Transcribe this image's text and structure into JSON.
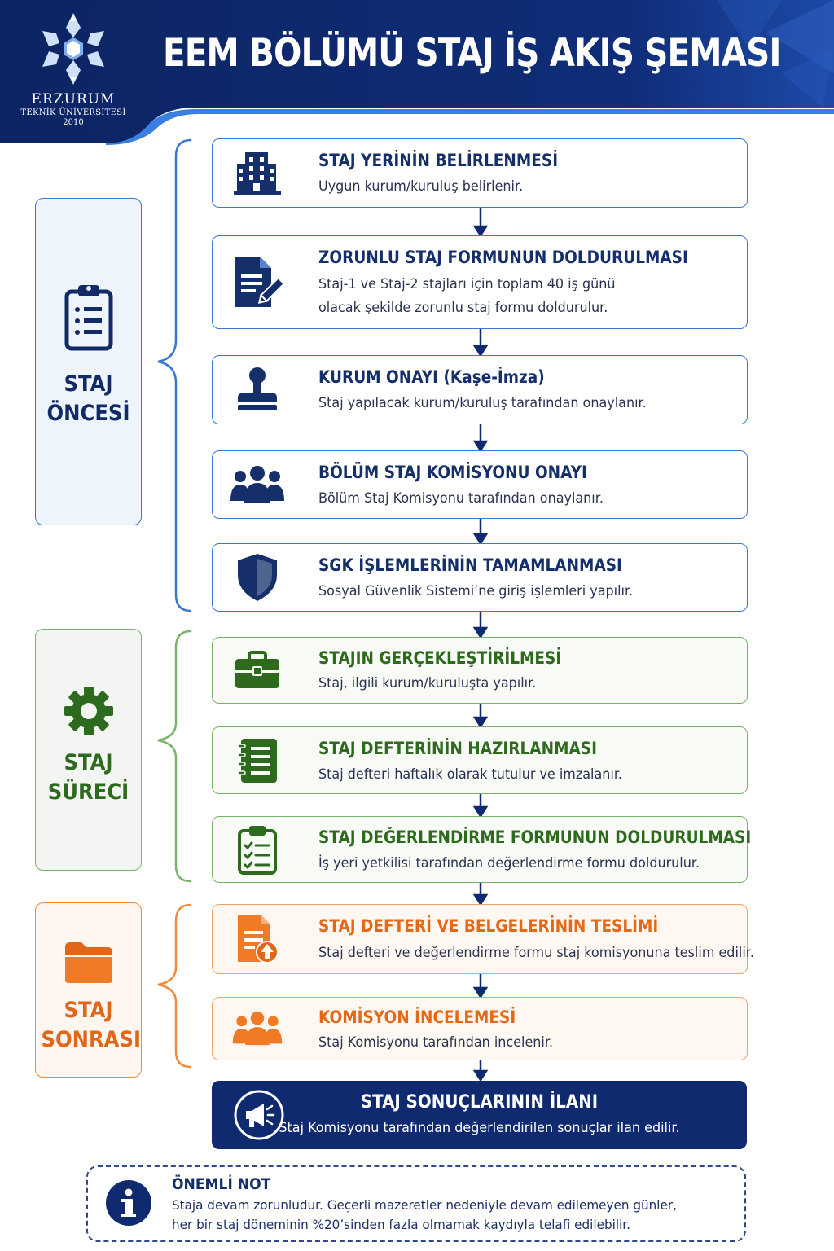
{
  "header": {
    "title": "EEM BÖLÜMÜ STAJ İŞ AKIŞ ŞEMASI",
    "logo": {
      "name": "ERZURUM",
      "subtitle": "TEKNİK ÜNİVERSİTESİ",
      "year": "2010"
    }
  },
  "phases": [
    {
      "label_line1": "STAJ",
      "label_line2": "ÖNCESİ",
      "icon": "clipboard-icon",
      "color": "#122a66"
    },
    {
      "label_line1": "STAJ",
      "label_line2": "SÜRECİ",
      "icon": "gear-icon",
      "color": "#2e6a1e"
    },
    {
      "label_line1": "STAJ",
      "label_line2": "SONRASI",
      "icon": "folder-icon",
      "color": "#e0661a"
    }
  ],
  "steps": [
    {
      "title": "STAJ YERİNİN BELİRLENMESİ",
      "desc1": "Uygun kurum/kuruluş belirlenir.",
      "desc2": "",
      "icon": "building-icon"
    },
    {
      "title": "ZORUNLU STAJ FORMUNUN DOLDURULMASI",
      "desc1": "Staj-1 ve Staj-2 stajları için toplam 40 iş günü",
      "desc2": "olacak şekilde zorunlu staj formu doldurulur.",
      "icon": "document-edit-icon"
    },
    {
      "title": "KURUM ONAYI (Kaşe-İmza)",
      "desc1": "Staj yapılacak kurum/kuruluş tarafından onaylanır.",
      "desc2": "",
      "icon": "stamp-icon"
    },
    {
      "title": "BÖLÜM STAJ KOMİSYONU ONAYI",
      "desc1": "Bölüm Staj Komisyonu tarafından onaylanır.",
      "desc2": "",
      "icon": "group-icon"
    },
    {
      "title": "SGK İŞLEMLERİNİN TAMAMLANMASI",
      "desc1": "Sosyal Güvenlik Sistemi’ne giriş işlemleri yapılır.",
      "desc2": "",
      "icon": "shield-icon"
    },
    {
      "title": "STAJIN GERÇEKLEŞTİRİLMESİ",
      "desc1": "Staj, ilgili kurum/kuruluşta yapılır.",
      "desc2": "",
      "icon": "briefcase-icon"
    },
    {
      "title": "STAJ DEFTERİNİN HAZIRLANMASI",
      "desc1": "Staj defteri haftalık olarak tutulur ve imzalanır.",
      "desc2": "",
      "icon": "notebook-icon"
    },
    {
      "title": "STAJ DEĞERLENDİRME FORMUNUN DOLDURULMASI",
      "desc1": "İş yeri yetkilisi tarafından değerlendirme formu doldurulur.",
      "desc2": "",
      "icon": "checklist-icon"
    },
    {
      "title": "STAJ DEFTERİ VE BELGELERİNİN TESLİMİ",
      "desc1": "Staj defteri ve değerlendirme formu staj komisyonuna teslim edilir.",
      "desc2": "",
      "icon": "document-upload-icon"
    },
    {
      "title": "KOMİSYON İNCELEMESİ",
      "desc1": "Staj Komisyonu tarafından incelenir.",
      "desc2": "",
      "icon": "group-icon"
    }
  ],
  "final": {
    "title": "STAJ SONUÇLARININ İLANI",
    "desc": "Staj Komisyonu tarafından değerlendirilen sonuçlar ilan edilir.",
    "icon": "megaphone-icon"
  },
  "note": {
    "title": "ÖNEMLİ NOT",
    "line1": "Staja devam zorunludur. Geçerli mazeretler nedeniyle devam edilemeyen günler,",
    "line2": "her bir staj döneminin %20’sinden fazla olmamak kaydıyla telafi edilebilir.",
    "icon": "info-icon"
  },
  "colors": {
    "navy": "#0f2a6e",
    "blue": "#3d78cf",
    "green": "#2e6a1e",
    "orange": "#e36818"
  }
}
